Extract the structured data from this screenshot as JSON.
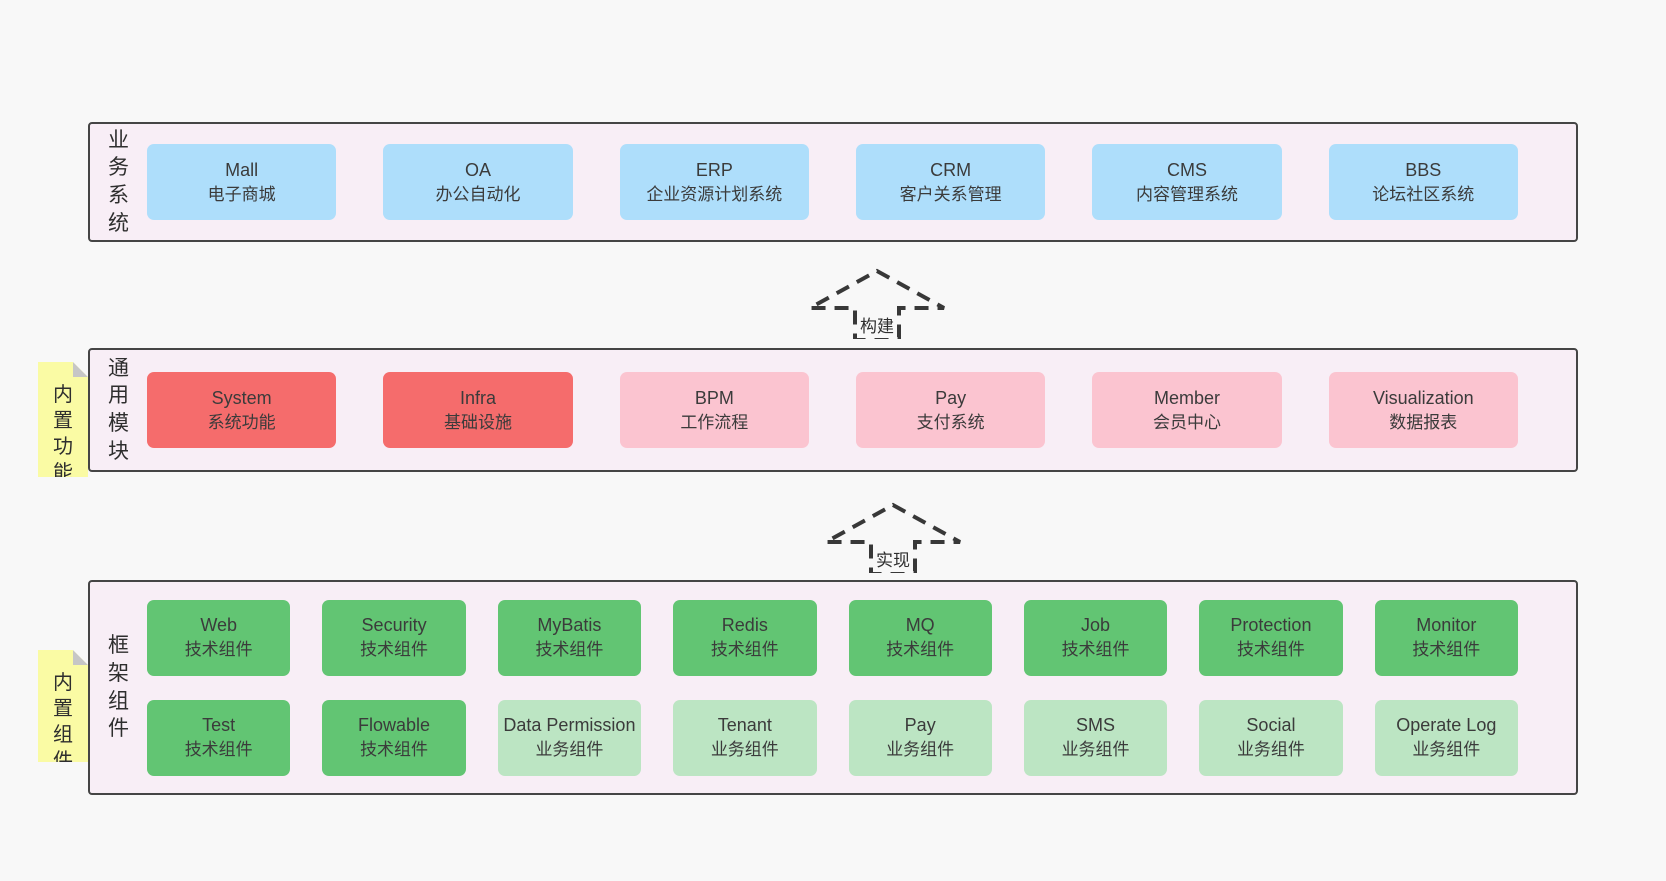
{
  "colors": {
    "page_bg": "#f8f8f8",
    "container_bg": "#f8eef6",
    "container_border": "#454545",
    "blue_box": "#aedefb",
    "red_box": "#f56c6c",
    "pink_box": "#fbc4d0",
    "green_box": "#62c573",
    "light_green_box": "#bce5c3",
    "sticky_yellow": "#fafba4",
    "text": "#3b3b3b"
  },
  "arrows": [
    {
      "label": "构建"
    },
    {
      "label": "实现"
    }
  ],
  "layers": [
    {
      "label": "业务系统",
      "items": [
        {
          "name": "Mall",
          "desc": "电子商城"
        },
        {
          "name": "OA",
          "desc": "办公自动化"
        },
        {
          "name": "ERP",
          "desc": "企业资源计划系统"
        },
        {
          "name": "CRM",
          "desc": "客户关系管理"
        },
        {
          "name": "CMS",
          "desc": "内容管理系统"
        },
        {
          "name": "BBS",
          "desc": "论坛社区系统"
        }
      ]
    },
    {
      "label": "通用模块",
      "sticky": "内置功能",
      "items": [
        {
          "name": "System",
          "desc": "系统功能"
        },
        {
          "name": "Infra",
          "desc": "基础设施"
        },
        {
          "name": "BPM",
          "desc": "工作流程"
        },
        {
          "name": "Pay",
          "desc": "支付系统"
        },
        {
          "name": "Member",
          "desc": "会员中心"
        },
        {
          "name": "Visualization",
          "desc": "数据报表"
        }
      ]
    },
    {
      "label": "框架组件",
      "sticky": "内置组件",
      "rows": [
        [
          {
            "name": "Web",
            "desc": "技术组件"
          },
          {
            "name": "Security",
            "desc": "技术组件"
          },
          {
            "name": "MyBatis",
            "desc": "技术组件"
          },
          {
            "name": "Redis",
            "desc": "技术组件"
          },
          {
            "name": "MQ",
            "desc": "技术组件"
          },
          {
            "name": "Job",
            "desc": "技术组件"
          },
          {
            "name": "Protection",
            "desc": "技术组件"
          },
          {
            "name": "Monitor",
            "desc": "技术组件"
          }
        ],
        [
          {
            "name": "Test",
            "desc": "技术组件"
          },
          {
            "name": "Flowable",
            "desc": "技术组件"
          },
          {
            "name": "Data Permission",
            "desc": "业务组件"
          },
          {
            "name": "Tenant",
            "desc": "业务组件"
          },
          {
            "name": "Pay",
            "desc": "业务组件"
          },
          {
            "name": "SMS",
            "desc": "业务组件"
          },
          {
            "name": "Social",
            "desc": "业务组件"
          },
          {
            "name": "Operate Log",
            "desc": "业务组件"
          }
        ]
      ]
    }
  ]
}
